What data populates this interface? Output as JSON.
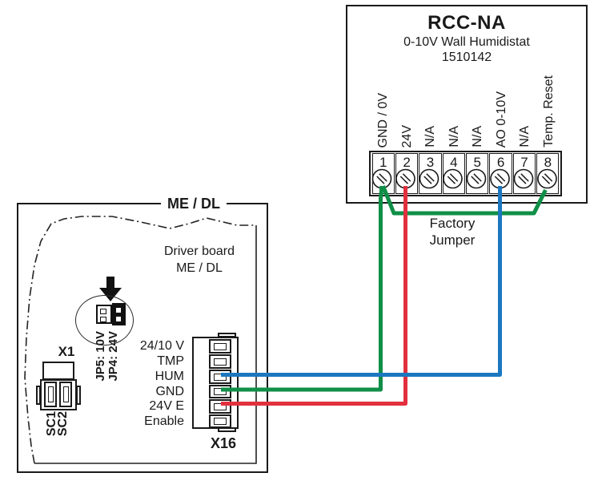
{
  "rcc": {
    "title": "RCC-NA",
    "subtitle": "0-10V Wall Humidistat",
    "part_number": "1510142",
    "terminals": [
      {
        "number": "1",
        "label": "GND / 0V"
      },
      {
        "number": "2",
        "label": "24V"
      },
      {
        "number": "3",
        "label": "N/A"
      },
      {
        "number": "4",
        "label": "N/A"
      },
      {
        "number": "5",
        "label": "N/A"
      },
      {
        "number": "6",
        "label": "AO 0-10V"
      },
      {
        "number": "7",
        "label": "N/A"
      },
      {
        "number": "8",
        "label": "Temp. Reset"
      }
    ]
  },
  "factory_jumper": {
    "line1": "Factory",
    "line2": "Jumper"
  },
  "driver": {
    "box_label": "ME / DL",
    "board_name_line1": "Driver board",
    "board_name_line2": "ME / DL",
    "jumper_labels": {
      "jp5": "JP5: 10V",
      "jp4": "JP4: 24V"
    },
    "x1": {
      "label": "X1",
      "pins": [
        "SC1",
        "SC2"
      ]
    },
    "x16": {
      "label": "X16",
      "pins": [
        "24/10 V",
        "TMP",
        "HUM",
        "GND",
        "24V E",
        "Enable"
      ]
    }
  },
  "colors": {
    "wire_green": "#0f8f47",
    "wire_red": "#e2303e",
    "wire_blue": "#1b77c0",
    "line_black": "#1a1a1a"
  }
}
